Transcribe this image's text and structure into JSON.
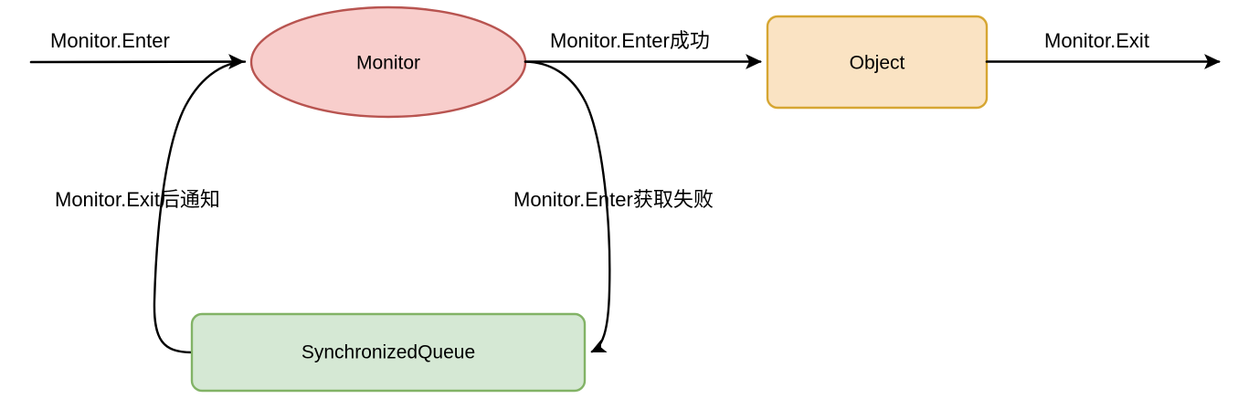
{
  "diagram": {
    "title": "Monitor / SynchronizedQueue flow",
    "background": "#ffffff",
    "nodes": {
      "monitor": {
        "label": "Monitor",
        "shape": "ellipse",
        "fill": "#f8cecc",
        "stroke": "#b85450"
      },
      "object": {
        "label": "Object",
        "shape": "rounded-rect",
        "fill": "#fae3c3",
        "stroke": "#d6a632"
      },
      "synchronized_queue": {
        "label": "SynchronizedQueue",
        "shape": "rounded-rect",
        "fill": "#d5e8d4",
        "stroke": "#82b366"
      }
    },
    "edges": {
      "enter_in": {
        "label": "Monitor.Enter"
      },
      "enter_success": {
        "label": "Monitor.Enter成功"
      },
      "exit_out": {
        "label": "Monitor.Exit"
      },
      "enter_failed": {
        "label": "Monitor.Enter获取失败"
      },
      "exit_notify": {
        "label": "Monitor.Exit后通知"
      }
    },
    "edge_color": "#000000"
  }
}
